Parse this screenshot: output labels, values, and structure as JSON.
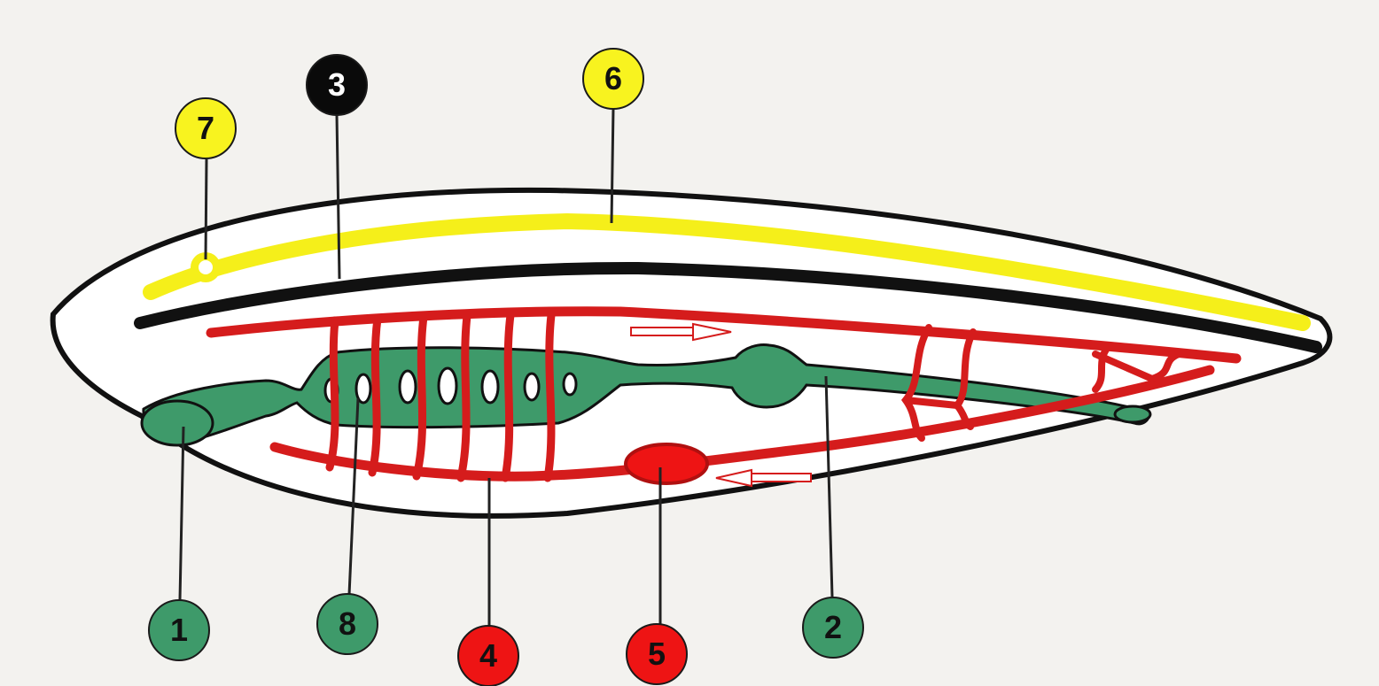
{
  "diagram": {
    "colors": {
      "background": "#f3f2ef",
      "outline": "#111111",
      "notochord": "#111111",
      "nerve_cord": "#f5ef1a",
      "digestive_tract": "#3e9a6a",
      "blood_vessels": "#d51c1c",
      "heart": "#ee1414"
    },
    "labels": [
      {
        "id": "1",
        "text": "1",
        "color": "#3e9a6a",
        "text_color": "#111111",
        "points_to": "mouth"
      },
      {
        "id": "2",
        "text": "2",
        "color": "#3e9a6a",
        "text_color": "#111111",
        "points_to": "intestine"
      },
      {
        "id": "3",
        "text": "3",
        "color": "#0a0a0a",
        "text_color": "#ffffff",
        "points_to": "notochord"
      },
      {
        "id": "4",
        "text": "4",
        "color": "#ee1414",
        "text_color": "#111111",
        "points_to": "ventral-vessel"
      },
      {
        "id": "5",
        "text": "5",
        "color": "#ee1414",
        "text_color": "#111111",
        "points_to": "heart"
      },
      {
        "id": "6",
        "text": "6",
        "color": "#f8f31f",
        "text_color": "#111111",
        "points_to": "nerve-cord"
      },
      {
        "id": "7",
        "text": "7",
        "color": "#f8f31f",
        "text_color": "#111111",
        "points_to": "brain-vesicle"
      },
      {
        "id": "8",
        "text": "8",
        "color": "#3e9a6a",
        "text_color": "#111111",
        "points_to": "gill-slits"
      }
    ]
  }
}
